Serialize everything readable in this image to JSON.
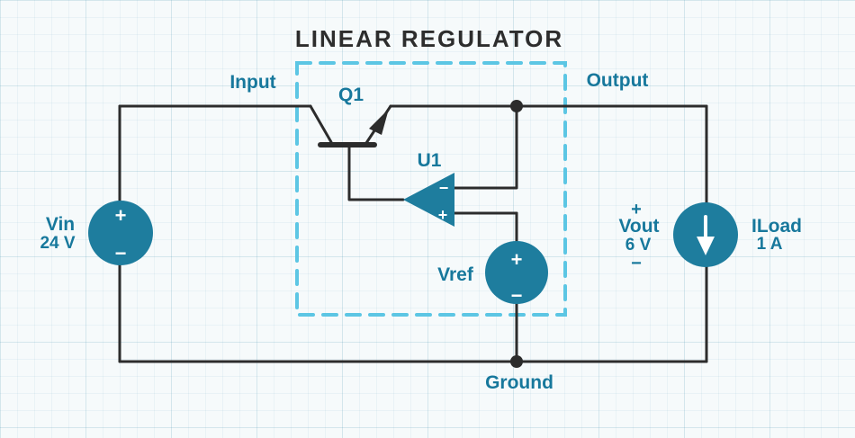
{
  "diagram": {
    "title": "LINEAR REGULATOR",
    "nets": {
      "input": "Input",
      "output": "Output",
      "ground": "Ground"
    },
    "components": {
      "vin": {
        "ref": "Vin",
        "value": "24 V",
        "symbol": "voltage-source-circle"
      },
      "q1": {
        "ref": "Q1",
        "symbol": "npn-pass-transistor"
      },
      "u1": {
        "ref": "U1",
        "symbol": "op-amp-triangle"
      },
      "vref": {
        "ref": "Vref",
        "symbol": "voltage-source-circle"
      },
      "vout": {
        "ref": "Vout",
        "value": "6 V"
      },
      "iload": {
        "ref": "ILoad",
        "value": "1 A",
        "symbol": "current-source-circle"
      }
    },
    "symbols": {
      "plus": "+",
      "minus": "−"
    },
    "colors": {
      "component_fill": "#1e7d9e",
      "label_text": "#17789c",
      "wire": "#2c2c2c",
      "regulator_box_dashed": "#5cc6e4",
      "title_text": "#2d2d2d",
      "background": "#f6fafb"
    }
  }
}
